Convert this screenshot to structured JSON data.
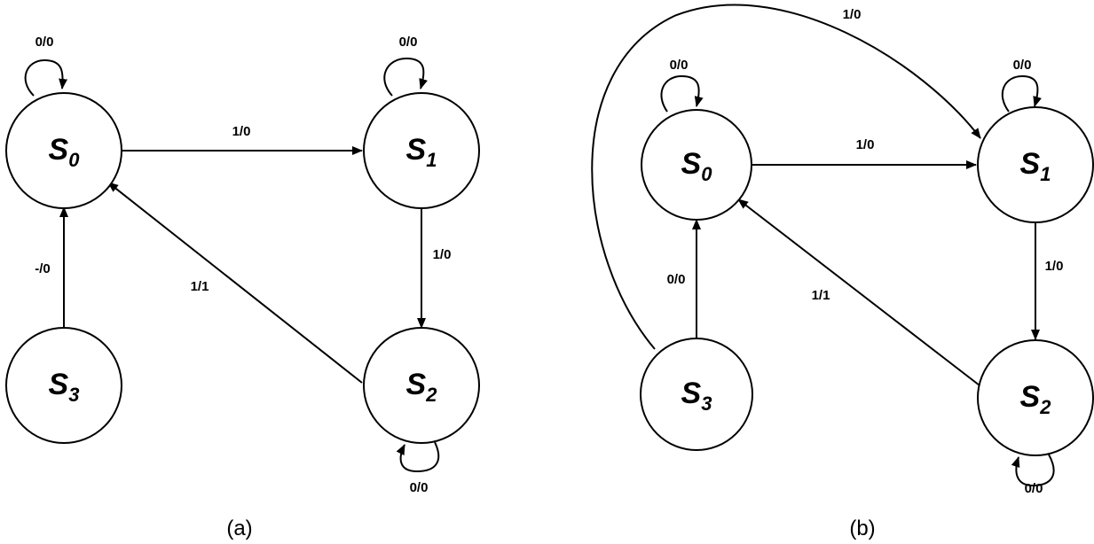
{
  "diagrams": [
    {
      "caption": "(a)",
      "states": [
        {
          "id": "s0",
          "name": "S",
          "sub": "0"
        },
        {
          "id": "s1",
          "name": "S",
          "sub": "1"
        },
        {
          "id": "s2",
          "name": "S",
          "sub": "2"
        },
        {
          "id": "s3",
          "name": "S",
          "sub": "3"
        }
      ],
      "transitions": [
        {
          "id": "s0-self",
          "label": "0/0"
        },
        {
          "id": "s0-s1",
          "label": "1/0"
        },
        {
          "id": "s1-self",
          "label": "0/0"
        },
        {
          "id": "s1-s2",
          "label": "1/0"
        },
        {
          "id": "s2-s0",
          "label": "1/1"
        },
        {
          "id": "s2-self",
          "label": "0/0"
        },
        {
          "id": "s3-s0",
          "label": "-/0"
        }
      ]
    },
    {
      "caption": "(b)",
      "states": [
        {
          "id": "s0",
          "name": "S",
          "sub": "0"
        },
        {
          "id": "s1",
          "name": "S",
          "sub": "1"
        },
        {
          "id": "s2",
          "name": "S",
          "sub": "2"
        },
        {
          "id": "s3",
          "name": "S",
          "sub": "3"
        }
      ],
      "transitions": [
        {
          "id": "s0-self",
          "label": "0/0"
        },
        {
          "id": "s0-s1",
          "label": "1/0"
        },
        {
          "id": "s1-self",
          "label": "0/0"
        },
        {
          "id": "s1-s2",
          "label": "1/0"
        },
        {
          "id": "s2-s0",
          "label": "1/1"
        },
        {
          "id": "s2-self",
          "label": "0/0"
        },
        {
          "id": "s3-s0",
          "label": "0/0"
        },
        {
          "id": "s3-s1",
          "label": "1/0"
        }
      ]
    }
  ]
}
